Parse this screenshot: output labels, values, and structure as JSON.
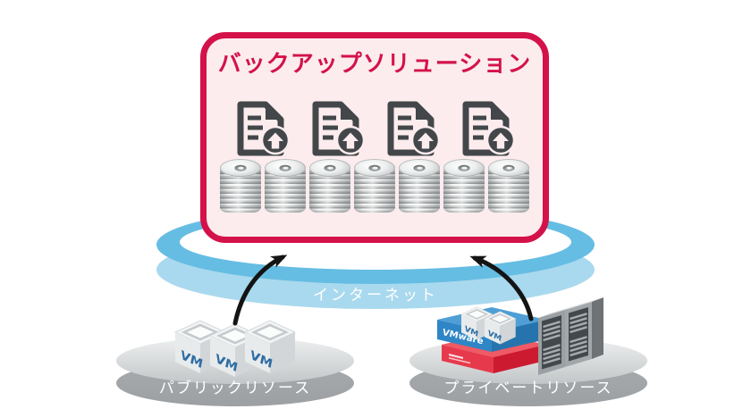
{
  "backup_box": {
    "title": "バックアップソリューション",
    "document_icon_count": 4,
    "disk_icon_count": 7
  },
  "internet": {
    "label": "インターネット"
  },
  "platforms": {
    "public": {
      "label": "パブリックリソース",
      "vm_labels": [
        "VM",
        "VM",
        "VM"
      ]
    },
    "private": {
      "label": "プライベートリソース",
      "vmware_label": "VMware",
      "vm_labels": [
        "VM",
        "VM"
      ]
    }
  },
  "colors": {
    "accent_red": "#d4124a",
    "box_background": "#fcecee",
    "internet_top_blue": "#66bde3",
    "internet_side_blue": "#a9d9ee",
    "platform_gray": "#a8abae",
    "icon_charcoal": "#43474a",
    "vm_text_blue": "#2e6da4",
    "vmware_blue": "#2f86c6",
    "vmware_red": "#e63a4c",
    "arrow_black": "#141414"
  }
}
